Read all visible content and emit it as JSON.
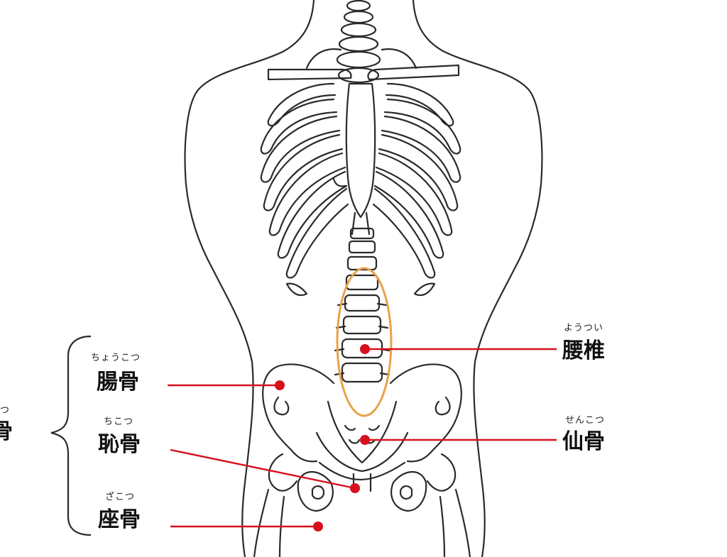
{
  "labels": {
    "lumbar": {
      "text": "腰椎",
      "reading": "ようつい"
    },
    "ilium": {
      "text": "腸骨",
      "reading": "ちょうこつ"
    },
    "sacrum": {
      "text": "仙骨",
      "reading": "せんこつ"
    },
    "pubis": {
      "text": "恥骨",
      "reading": "ちこつ"
    },
    "ischium": {
      "text": "座骨",
      "reading": "ざこつ"
    },
    "group": {
      "text": "骨",
      "reading": "こつ"
    }
  },
  "colors": {
    "outline": "#2a2a2a",
    "pointer": "#d7101e",
    "highlight": "#e8a24a"
  }
}
